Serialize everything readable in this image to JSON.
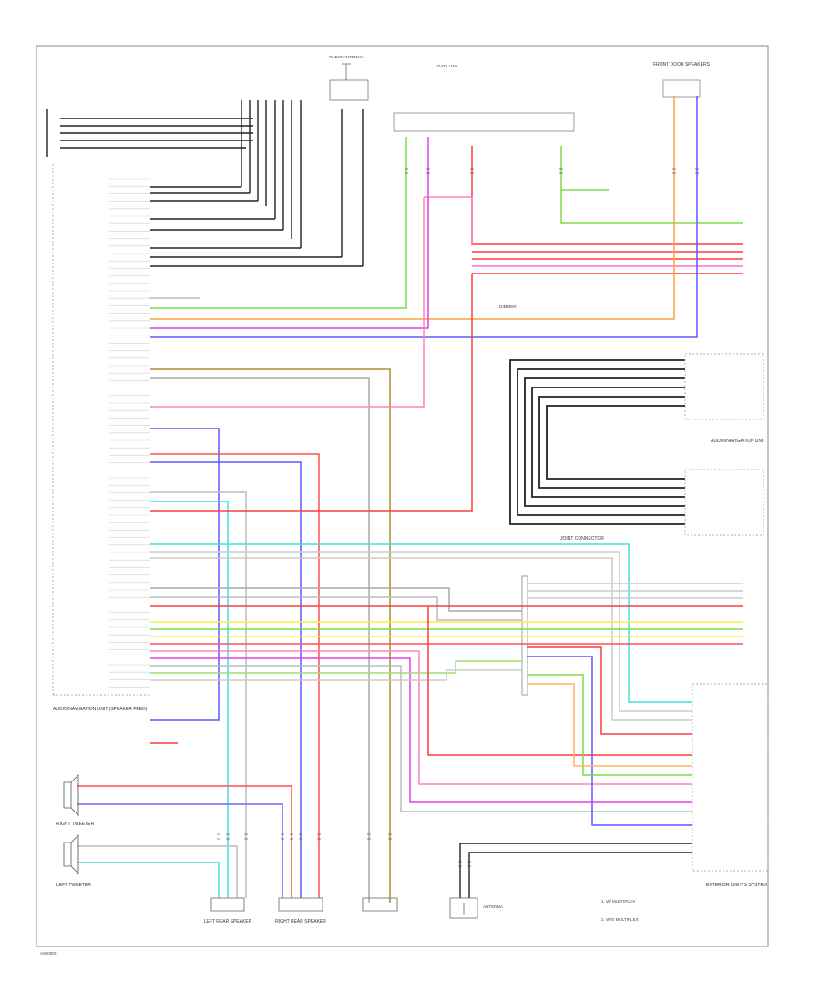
{
  "colors": {
    "red": "#ff3b3b",
    "pink": "#ff80c0",
    "magenta": "#e040e0",
    "blue": "#5a5aff",
    "green": "#7ddc4a",
    "orange": "#ffa040",
    "yellow": "#f2f240",
    "cyan": "#40e0e0",
    "brown": "#b08a3a",
    "gray": "#9a9a9a",
    "black": "#222222",
    "lightgray": "#d0d0d0"
  },
  "labels": {
    "footer_code": "A000000",
    "left_rear_speaker": "LEFT REAR SPEAKER",
    "right_rear_speaker": "RIGHT REAR SPEAKER",
    "right_tweeter": "RIGHT TWEETER",
    "left_tweeter": "LEFT TWEETER",
    "left_panel_bottom": "AUDIO/NAVIGATION UNIT (SPEAKER FEED)",
    "right_panel_top": "AUDIO/NAVIGATION UNIT",
    "right_panel_bottom": "EXTERIOR LIGHTS SYSTEM",
    "top_right_connector": "FRONT DOOR SPEAKERS",
    "right_mid_group": "JOINT CONNECTOR",
    "legend_1": "1. W/ MULTIPLEX",
    "legend_2": "2. W/O MULTIPLEX",
    "antenna_label": "RADIO ANTENNA",
    "mid_label_1": "ANTENNA",
    "mid_label_2": "DATA LINK",
    "mid_label_3": "DIMMER"
  }
}
